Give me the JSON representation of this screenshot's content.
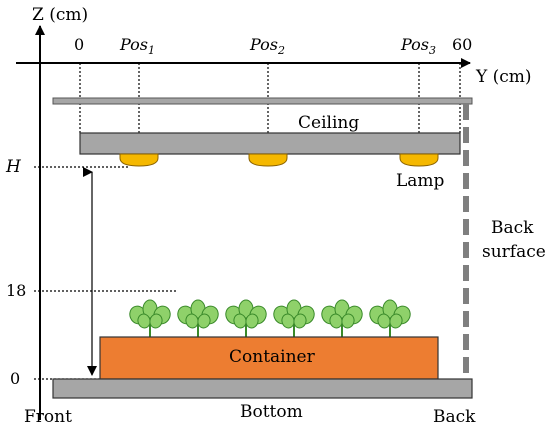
{
  "axes": {
    "z_label": "Z (cm)",
    "y_label": "Y (cm)",
    "y_tick_0": "0",
    "y_tick_60": "60",
    "z_tick_H": "H",
    "z_tick_18": "18",
    "z_tick_0": "0"
  },
  "positions": {
    "pos1_base": "Pos",
    "pos1_sub": "1",
    "pos2_base": "Pos",
    "pos2_sub": "2",
    "pos3_base": "Pos",
    "pos3_sub": "3"
  },
  "labels": {
    "ceiling": "Ceiling",
    "lamp": "Lamp",
    "back_surface_line1": "Back",
    "back_surface_line2": "surface",
    "container": "Container",
    "front": "Front",
    "bottom": "Bottom",
    "back": "Back"
  },
  "colors": {
    "ceiling_fill": "#a6a6a6",
    "lamp_fill": "#f5b800",
    "container_fill": "#ed7d31",
    "plant_fill": "#8fd16a",
    "plant_stroke": "#3a8a2a",
    "bottom_fill": "#a6a6a6"
  },
  "plants": {
    "count": 6
  }
}
